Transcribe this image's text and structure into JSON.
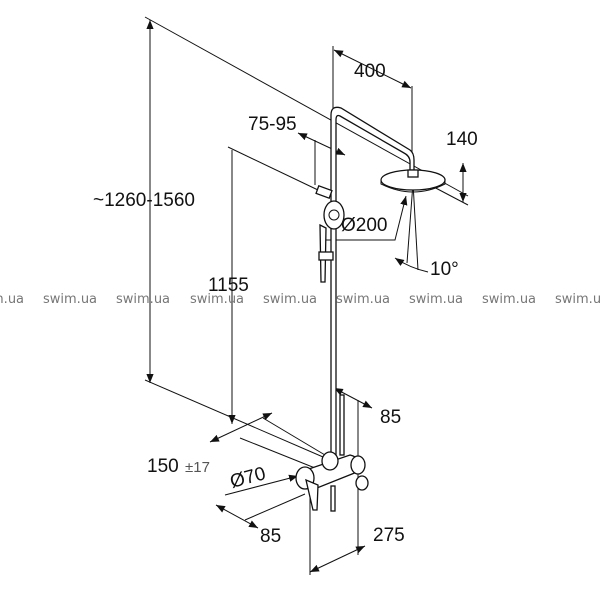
{
  "diagram": {
    "dimensions": {
      "overall_height": "~1260-1560",
      "arm_length": "400",
      "head_drop": "140",
      "slider_range": "75-95",
      "head_diameter": "Ø200",
      "head_angle": "10°",
      "mixer_height": "1155",
      "rail_offset": "85",
      "connection_spacing": "150",
      "connection_tolerance": "±17",
      "escutcheon_diameter": "Ø70",
      "wall_offset": "85",
      "depth": "275"
    },
    "watermark": "swim.ua",
    "watermark_count": 9
  }
}
